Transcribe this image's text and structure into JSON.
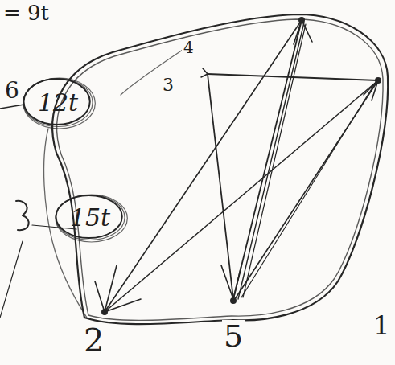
{
  "diagram": {
    "nodes": [
      {
        "text": [
          "12t"
        ]
      },
      {
        "text": [
          "15t"
        ]
      }
    ],
    "labels": [
      "= 9t",
      "6",
      "4",
      "3",
      "2",
      "5",
      "1"
    ]
  }
}
